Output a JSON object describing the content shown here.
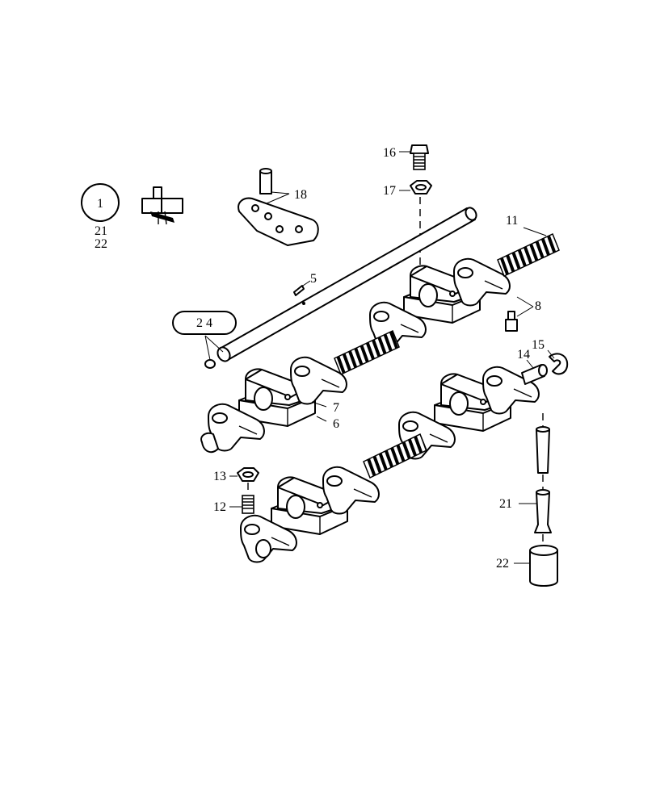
{
  "callouts": {
    "c1": "1",
    "c21a": "21",
    "c22a": "22",
    "c18": "18",
    "c16": "16",
    "c17": "17",
    "c11": "11",
    "c5": "5",
    "c24": "2 4",
    "c8": "8",
    "c15": "15",
    "c14": "14",
    "c7": "7",
    "c6": "6",
    "c13": "13",
    "c12": "12",
    "c21b": "21",
    "c22b": "22"
  }
}
